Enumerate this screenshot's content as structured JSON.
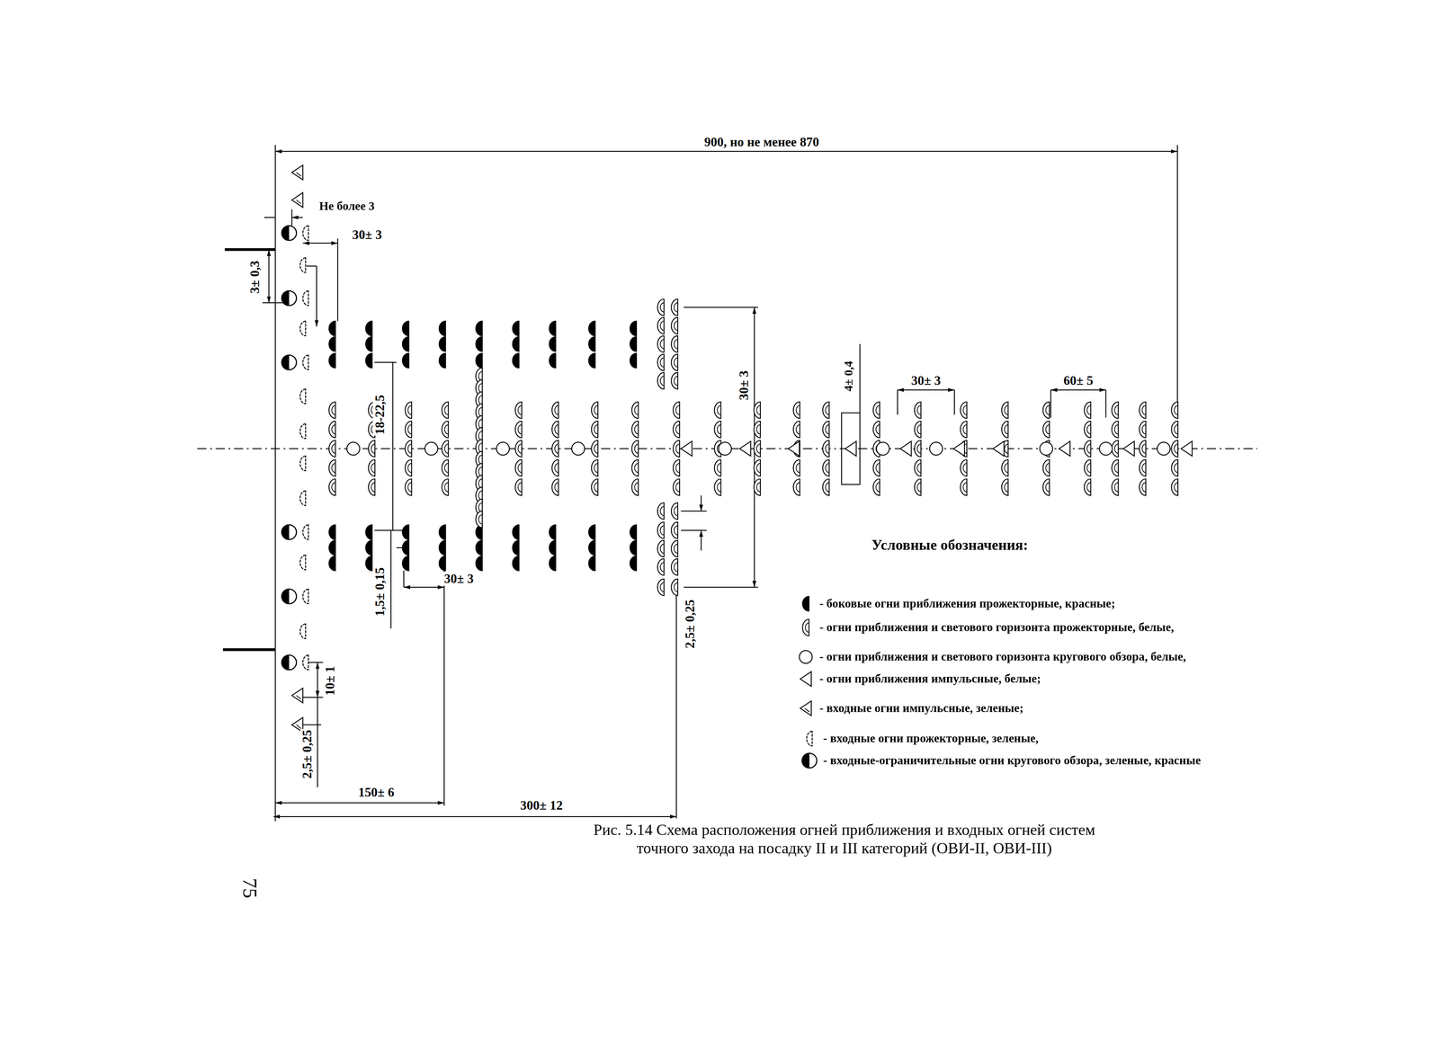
{
  "diagram": {
    "caption": "Рис. 5.14 Схема расположения огней приближения и входных огней систем точного захода на посадку II и III категорий (ОВИ-II, ОВИ-III)",
    "labels": [
      "900, но не менее 870",
      "Не более 3",
      "30± 3",
      "3± 0,3",
      "18-22,5",
      "30± 3",
      "60± 5",
      "4± 0,4",
      "30± 3",
      "1,5± 0,15",
      "30± 3",
      "2,5± 0,25",
      "10± 1",
      "2,5± 0,25",
      "150± 6",
      "300± 12",
      "Условные обозначения:",
      "75"
    ],
    "legend": [
      {
        "text": "- боковые огни приближения прожекторные, красные;"
      },
      {
        "text": "- огни приближения и светового горизонта прожекторные, белые,"
      },
      {
        "text": "- огни приближения и светового горизонта кругового обзора, белые,"
      },
      {
        "text": "- огни приближения импульсные, белые;"
      },
      {
        "text": "- входные огни импульсные, зеленые;"
      },
      {
        "text": "- входные огни прожекторные, зеленые,"
      },
      {
        "text": "- входные-ограничительные огни кругового обзора, зеленые, красные"
      }
    ]
  }
}
